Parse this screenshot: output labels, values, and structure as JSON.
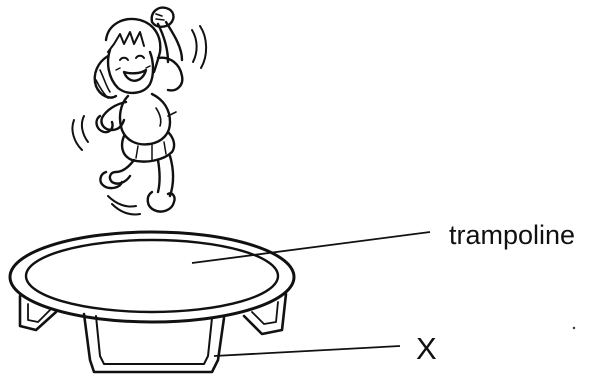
{
  "diagram": {
    "figure": "girl-jumping",
    "object": "trampoline",
    "labels": {
      "trampoline": "trampoline",
      "x": "X"
    },
    "colors": {
      "ink": "#111111",
      "paper": "#ffffff"
    }
  }
}
